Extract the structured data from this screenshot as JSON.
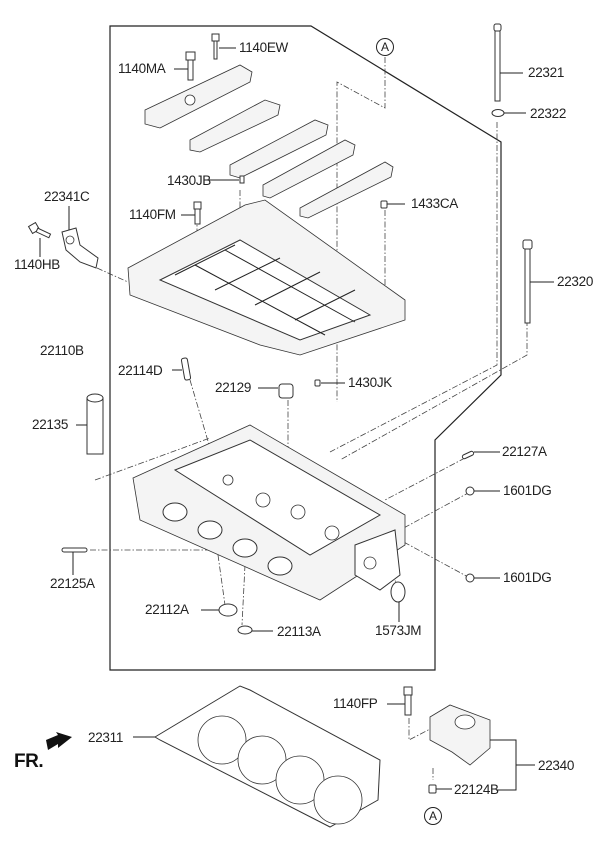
{
  "diagram": {
    "title": "Cylinder Head Assembly - Exploded Parts Diagram",
    "direction_marker": "FR.",
    "reference_marker": "A",
    "parts": [
      {
        "id": "1140EW",
        "description": "bolt"
      },
      {
        "id": "1140MA",
        "description": "bolt"
      },
      {
        "id": "22321",
        "description": "head bolt long"
      },
      {
        "id": "22322",
        "description": "washer"
      },
      {
        "id": "1430JB",
        "description": "dowel pin"
      },
      {
        "id": "22341C",
        "description": "bracket"
      },
      {
        "id": "1140FM",
        "description": "bolt"
      },
      {
        "id": "1433CA",
        "description": "pin"
      },
      {
        "id": "1140HB",
        "description": "bolt"
      },
      {
        "id": "22320",
        "description": "head bolt"
      },
      {
        "id": "22110B",
        "description": "cylinder head assembly"
      },
      {
        "id": "22114D",
        "description": "guide"
      },
      {
        "id": "22129",
        "description": "plug"
      },
      {
        "id": "1430JK",
        "description": "pin"
      },
      {
        "id": "22135",
        "description": "tube"
      },
      {
        "id": "22127A",
        "description": "stud"
      },
      {
        "id": "1601DG",
        "description": "ball plug"
      },
      {
        "id": "1601DG",
        "description": "ball plug"
      },
      {
        "id": "22125A",
        "description": "stud"
      },
      {
        "id": "22112A",
        "description": "seal ring"
      },
      {
        "id": "22113A",
        "description": "seal"
      },
      {
        "id": "1573JM",
        "description": "plug"
      },
      {
        "id": "22311",
        "description": "head gasket"
      },
      {
        "id": "1140FP",
        "description": "bolt"
      },
      {
        "id": "22340",
        "description": "housing assembly"
      },
      {
        "id": "22124B",
        "description": "dowel"
      }
    ]
  }
}
